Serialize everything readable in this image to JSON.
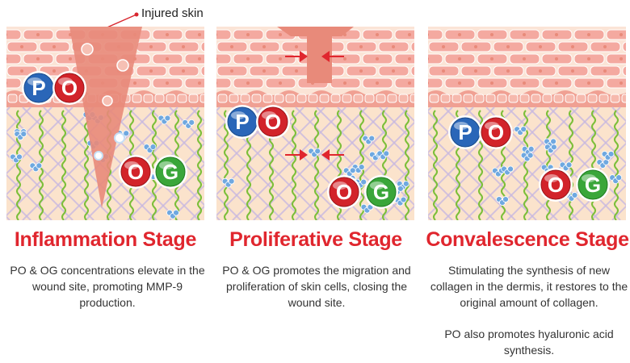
{
  "callout": {
    "label": "Injured skin"
  },
  "stages": [
    {
      "title": "Inflammation Stage",
      "description": "PO & OG concentrations elevate in the wound site, promoting MMP-9 production."
    },
    {
      "title": "Proliferative Stage",
      "description": "PO & OG promotes the migration and proliferation of skin cells, closing the wound site."
    },
    {
      "title": "Convalescence Stage",
      "description": "Stimulating the synthesis of new collagen in the dermis, it restores to the original amount of collagen.",
      "note": "PO also promotes hyaluronic acid synthesis."
    }
  ],
  "molecules": {
    "p": "P",
    "o": "O",
    "g": "G"
  },
  "colors": {
    "title_red": "#e0262e",
    "skin_cell": "#f4a9a0",
    "skin_bg": "#fce8dc",
    "dermis": "#fbe3cc",
    "collagen_green": "#7cbf3a",
    "blue_ball": "#2a66b8",
    "red_ball": "#d2232a",
    "green_ball": "#3aa63a"
  }
}
